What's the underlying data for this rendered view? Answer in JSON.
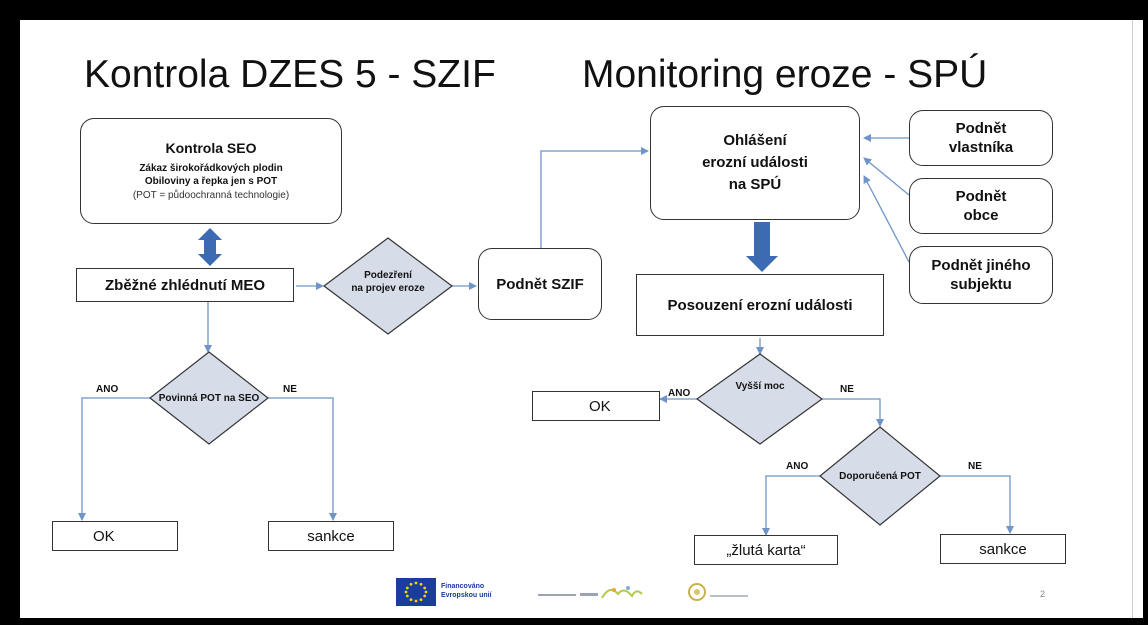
{
  "titles": {
    "left": "Kontrola DZES 5 - SZIF",
    "right": "Monitoring eroze - SPÚ"
  },
  "left_flow": {
    "kontrola_seo": {
      "title": "Kontrola SEO",
      "line1": "Zákaz širokořádkových plodin",
      "line2": "Obiloviny a řepka jen s POT",
      "note": "(POT = půdoochranná technologie)"
    },
    "zbezne": "Zběžné zhlédnutí MEO",
    "podezreni": {
      "line1": "Podezření",
      "line2": "na projev eroze"
    },
    "povinna": "Povinná POT na SEO",
    "ano": "ANO",
    "ne": "NE",
    "ok": "OK",
    "sankce": "sankce"
  },
  "podnet_szif": "Podnět SZIF",
  "right_flow": {
    "ohlaseni": {
      "line1": "Ohlášení",
      "line2": "erozní události",
      "line3": "na SPÚ"
    },
    "podnet_vlastnika": {
      "line1": "Podnět",
      "line2": "vlastníka"
    },
    "podnet_obce": {
      "line1": "Podnět",
      "line2": "obce"
    },
    "podnet_jineho": {
      "line1": "Podnět jiného",
      "line2": "subjektu"
    },
    "posouzeni": "Posouzení erozní události",
    "vyssi_moc": "Vyšší moc",
    "ano1": "ANO",
    "ne1": "NE",
    "ok": "OK",
    "doporucena": "Doporučená POT",
    "ano2": "ANO",
    "ne2": "NE",
    "zluta_karta": "„žlutá karta“",
    "sankce": "sankce"
  },
  "footer": {
    "eu_line1": "Financováno",
    "eu_line2": "Evropskou unií",
    "page_number": "2"
  },
  "colors": {
    "connector": "#6f95c8",
    "big_arrow": "#3d6bb3",
    "diamond_fill": "#d7dde8",
    "eu_blue": "#1a3d9b",
    "eu_star": "#f5d400"
  }
}
